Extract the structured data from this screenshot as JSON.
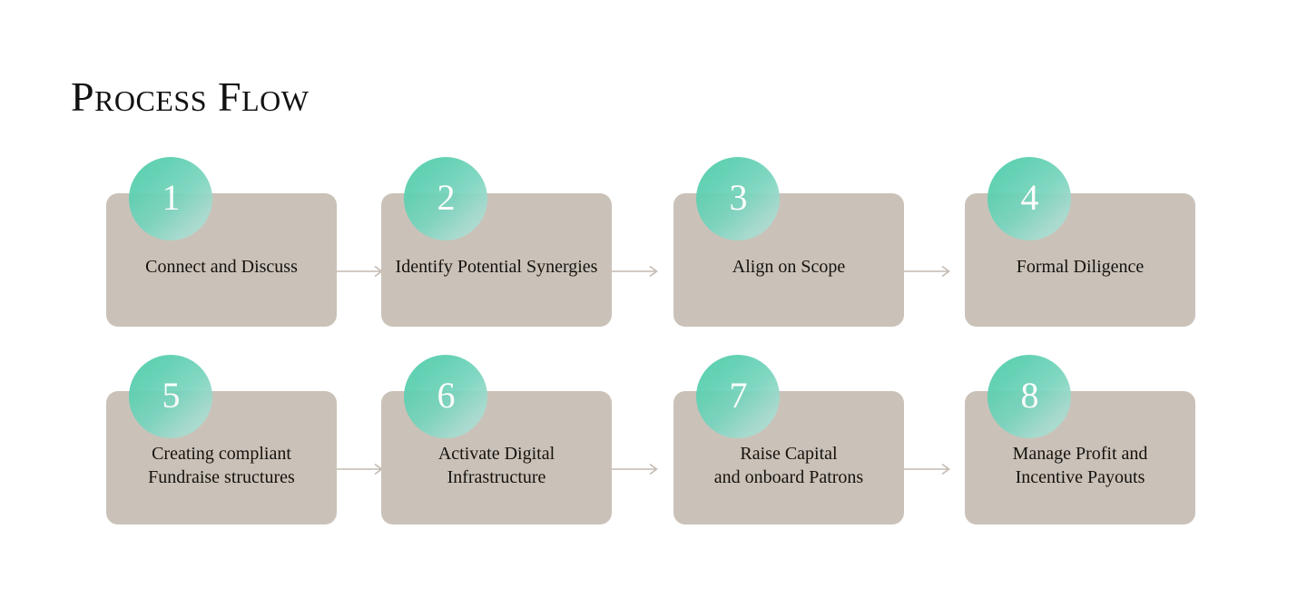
{
  "slide": {
    "title": "Process Flow",
    "background_color": "#ffffff"
  },
  "theme": {
    "card_color": "#cac2b8",
    "badge_gradient_from": "#4ecdaa",
    "badge_gradient_to": "#bddfd8",
    "badge_number_color": "#ffffff",
    "text_color": "#15120f",
    "connector_color": "#c3bab0"
  },
  "flow": {
    "rows": [
      {
        "steps": [
          {
            "number": "1",
            "label": "Connect and Discuss"
          },
          {
            "number": "2",
            "label": "Identify Potential Synergies"
          },
          {
            "number": "3",
            "label": "Align on Scope"
          },
          {
            "number": "4",
            "label": "Formal Diligence"
          }
        ]
      },
      {
        "steps": [
          {
            "number": "5",
            "label": "Creating compliant\nFundraise structures"
          },
          {
            "number": "6",
            "label": "Activate Digital\nInfrastructure"
          },
          {
            "number": "7",
            "label": "Raise Capital\nand onboard Patrons"
          },
          {
            "number": "8",
            "label": "Manage Profit and\nIncentive Payouts"
          }
        ]
      }
    ],
    "connector_icon": "arrow-right-icon"
  }
}
